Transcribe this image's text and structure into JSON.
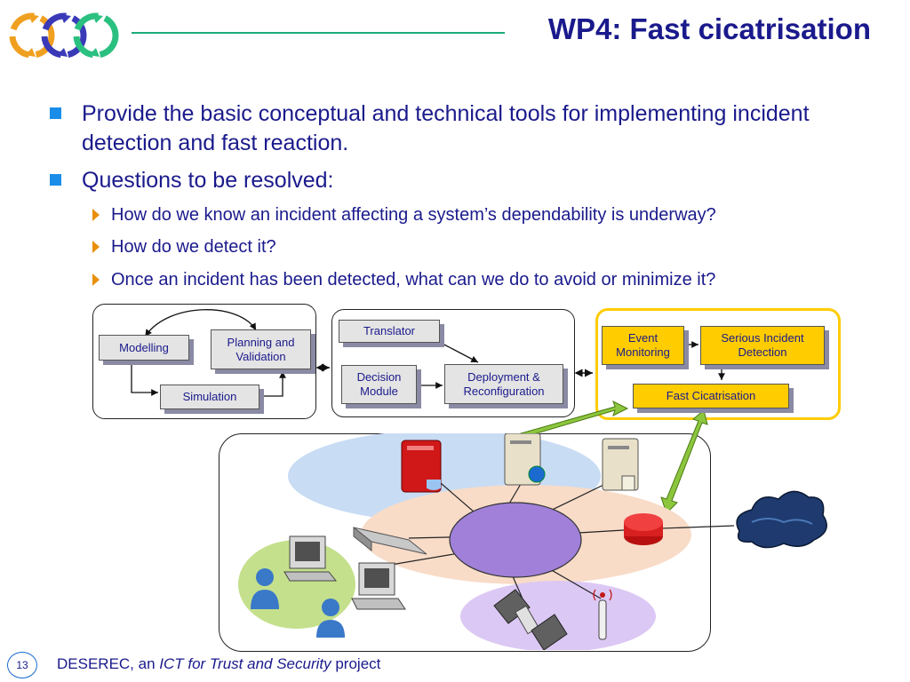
{
  "slide": {
    "title": "WP4: Fast cicatrisation",
    "bullets": [
      "Provide the basic conceptual and technical tools for implementing incident detection and fast reaction.",
      "Questions to be resolved:"
    ],
    "sub_bullets": [
      "How do we know an incident affecting a system’s dependability is underway?",
      "How do we detect it?",
      "Once an incident has been detected, what can we do to avoid or minimize it?"
    ]
  },
  "diagram": {
    "modelling": "Modelling",
    "planning": "Planning and Validation",
    "simulation": "Simulation",
    "translator": "Translator",
    "decision": "Decision Module",
    "deployment": "Deployment & Reconfiguration",
    "event": "Event Monitoring",
    "serious": "Serious Incident Detection",
    "fast": "Fast Cicatrisation"
  },
  "footer": {
    "page_number": "13",
    "project_prefix": "DESEREC,  an ",
    "project_italic": "ICT for Trust and Security",
    "project_suffix": " project"
  },
  "colors": {
    "title": "#1a1a8c",
    "accent_line": "#1aaa7a",
    "bullet_square": "#1a8de8",
    "sub_arrow": "#e8900a",
    "yellow_box": "#ffcc00",
    "arrow_green": "#8cc63f"
  }
}
